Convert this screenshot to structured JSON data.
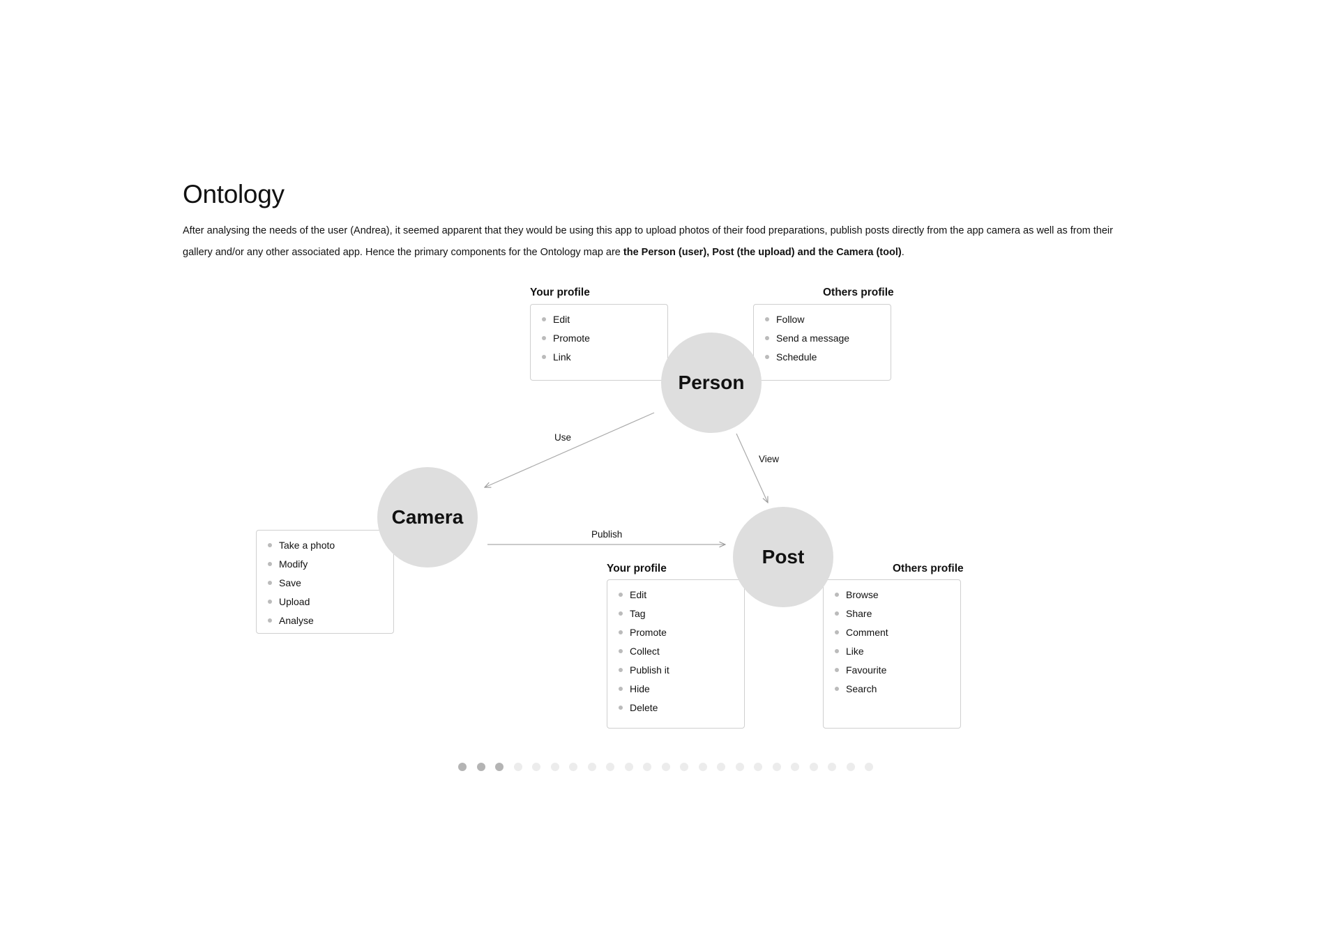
{
  "title": "Ontology",
  "intro": {
    "text": "After analysing the needs of the user (Andrea), it seemed apparent that they would be using this app to upload photos of their food preparations, publish posts directly from the app camera as well as from their gallery and/or any other associated app. Hence the primary components for the Ontology map are ",
    "bold": "the Person (user), Post (the upload) and the Camera (tool)",
    "end": "."
  },
  "nodes": {
    "person": "Person",
    "camera": "Camera",
    "post": "Post"
  },
  "edges": {
    "use": "Use",
    "view": "View",
    "publish": "Publish"
  },
  "person_your_profile": {
    "label": "Your profile",
    "items": [
      "Edit",
      "Promote",
      "Link"
    ]
  },
  "person_others_profile": {
    "label": "Others profile",
    "items": [
      "Follow",
      "Send a message",
      "Schedule"
    ]
  },
  "camera_actions": {
    "items": [
      "Take a photo",
      "Modify",
      "Save",
      "Upload",
      "Analyse"
    ]
  },
  "post_your_profile": {
    "label": "Your profile",
    "items": [
      "Edit",
      "Tag",
      "Promote",
      "Collect",
      "Publish it",
      "Hide",
      "Delete"
    ]
  },
  "post_others_profile": {
    "label": "Others profile",
    "items": [
      "Browse",
      "Share",
      "Comment",
      "Like",
      "Favourite",
      "Search"
    ]
  },
  "pagination": {
    "total": 23,
    "current": 3
  },
  "colors": {
    "node_fill": "#dedede",
    "box_border": "#cfcfcf",
    "dot_done": "#b4b4b4",
    "dot_pending": "#ececec"
  }
}
